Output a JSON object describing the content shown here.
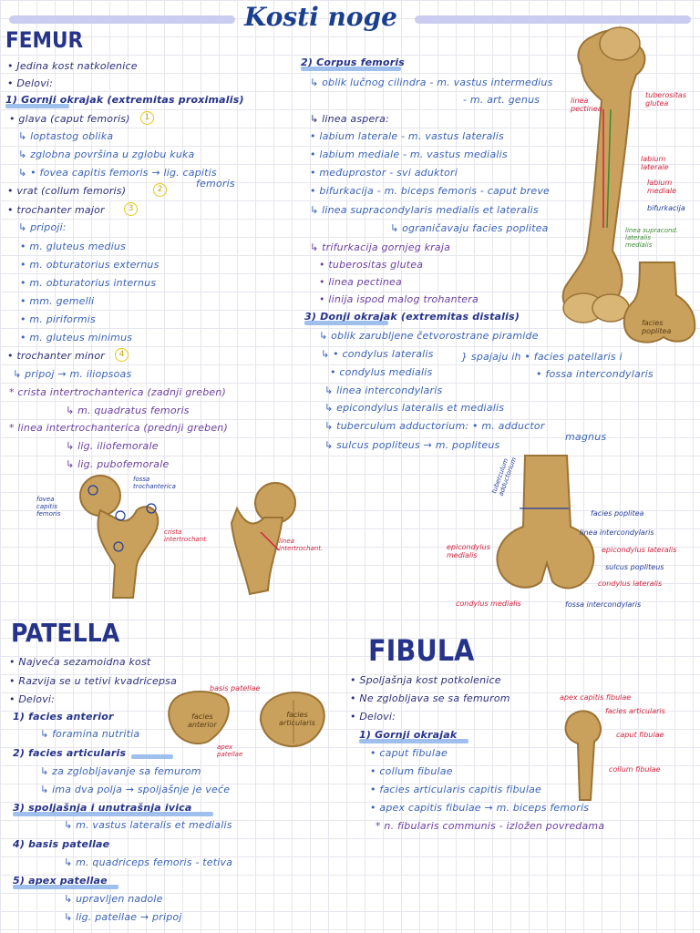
{
  "title": "Kosti noge",
  "femur": {
    "heading": "FEMUR",
    "left": [
      "• Jedina kost natkolenice",
      "• Delovi:",
      "1) Gornji okrajak (extremitas proximalis)",
      "• glava (caput femoris)",
      "↳ loptastog oblika",
      "↳ zglobna površina u zglobu kuka",
      "↳ • fovea capitis femoris → lig. capitis",
      "femoris",
      "• vrat (collum femoris)",
      "• trochanter major",
      "↳ pripoji:",
      "• m. gluteus medius",
      "• m. obturatorius externus",
      "• m. obturatorius internus",
      "• mm. gemelli",
      "• m. piriformis",
      "• m. gluteus minimus",
      "• trochanter minor",
      "↳ pripoj → m. iliopsoas",
      "* crista intertrochanterica (zadnji greben)",
      "↳ m. quadratus femoris",
      "* linea intertrochanterica (prednji greben)",
      "↳ lig. iliofemorale",
      "↳ lig. pubofemorale"
    ],
    "num1": "1",
    "num2": "2",
    "num3": "3",
    "num4": "4",
    "right": [
      "2) Corpus femoris",
      "↳ oblik lučnog cilindra - m. vastus intermedius",
      "- m. art. genus",
      "↳ linea aspera:",
      "• labium laterale - m. vastus lateralis",
      "• labium mediale - m. vastus medialis",
      "• međuprostor - svi aduktori",
      "• bifurkacija - m. biceps femoris - caput breve",
      "↳ linea supracondylaris medialis et lateralis",
      "↳ ograničavaju facies poplitea",
      "↳ trifurkacija gornjeg kraja",
      "• tuberositas glutea",
      "• linea pectinea",
      "• linija ispod malog trohantera",
      "3) Donji okrajak (extremitas distalis)",
      "↳ oblik zarubljene četvorostrane piramide",
      "↳ • condylus lateralis",
      "• condylus medialis",
      "} spajaju ih • facies patellaris i",
      "• fossa intercondylaris",
      "↳ linea intercondylaris",
      "↳ epicondylus lateralis et medialis",
      "↳ tuberculum adductorium: • m. adductor",
      "magnus",
      "↳ sulcus popliteus → m. popliteus"
    ],
    "labels_top": {
      "linea_pectinea": "linea\npectinea",
      "tuberositas_glutea": "tuberositas\nglutea",
      "labium_laterale": "labium\nlaterale",
      "labium_mediale": "labium\nmediale",
      "bifurkacija": "bifurkacija",
      "linea_supracondylaris": "linea supracond.\nlateralis\nmedialis",
      "facies_poplitea_img": "facies\npoplitea"
    },
    "labels_prox": {
      "fovea": "fovea\ncapitis\nfemoris",
      "fossa": "fossa\ntrochanterica",
      "crista": "crista\nintertrochant.",
      "linea": "linea\nintertrochant."
    },
    "labels_dist": {
      "tuberculum": "tuberculum\nadductorium",
      "facies_poplitea": "facies poplitea",
      "linea_intercondylaris": "linea intercondylaris",
      "epicondylus_medialis": "epicondylus\nmedialis",
      "epicondylus_lateralis": "epicondylus lateralis",
      "sulcus": "sulcus popliteus",
      "condylus_lateralis": "condylus lateralis",
      "condylus_medialis": "condylus medialis",
      "fossa_intercondylaris": "fossa intercondylaris"
    }
  },
  "patella": {
    "heading": "PATELLA",
    "lines": [
      "• Najveća sezamoidna kost",
      "• Razvija se u tetivi kvadricepsa",
      "• Delovi:",
      "1) facies anterior",
      "↳ foramina nutritia",
      "2) facies articularis",
      "↳ za zglobljavanje sa femurom",
      "↳ ima dva polja → spoljašnje je veće",
      "3) spoljašnja i unutrašnja ivica",
      "↳ m. vastus lateralis et medialis",
      "4) basis patellae",
      "↳ m. quadriceps femoris - tetiva",
      "5) apex patellae",
      "↳ upravljen nadole",
      "↳ lig. patellae → pripoj"
    ],
    "img_labels": {
      "basis": "basis patellae",
      "apex": "apex\npatellae",
      "anterior": "facies\nanterior",
      "articularis": "facies\narticularis"
    }
  },
  "fibula": {
    "heading": "FIBULA",
    "lines": [
      "• Spoljašnja kost potkolenice",
      "• Ne zglobljava se sa femurom",
      "• Delovi:",
      "1) Gornji okrajak",
      "• caput fibulae",
      "• collum fibulae",
      "• facies articularis capitis fibulae",
      "• apex capitis fibulae → m. biceps femoris",
      "* n. fibularis communis - izložen povredama"
    ],
    "img_labels": {
      "apex": "apex capitis fibulae",
      "facies": "facies articularis",
      "caput": "caput fibulae",
      "collum": "collum fibulae"
    }
  },
  "colors": {
    "bone": "#c9a15d",
    "bone_dark": "#9b7335",
    "label_red": "#d0243f",
    "label_green": "#3c8a32",
    "ink": "#2d2f7a"
  }
}
